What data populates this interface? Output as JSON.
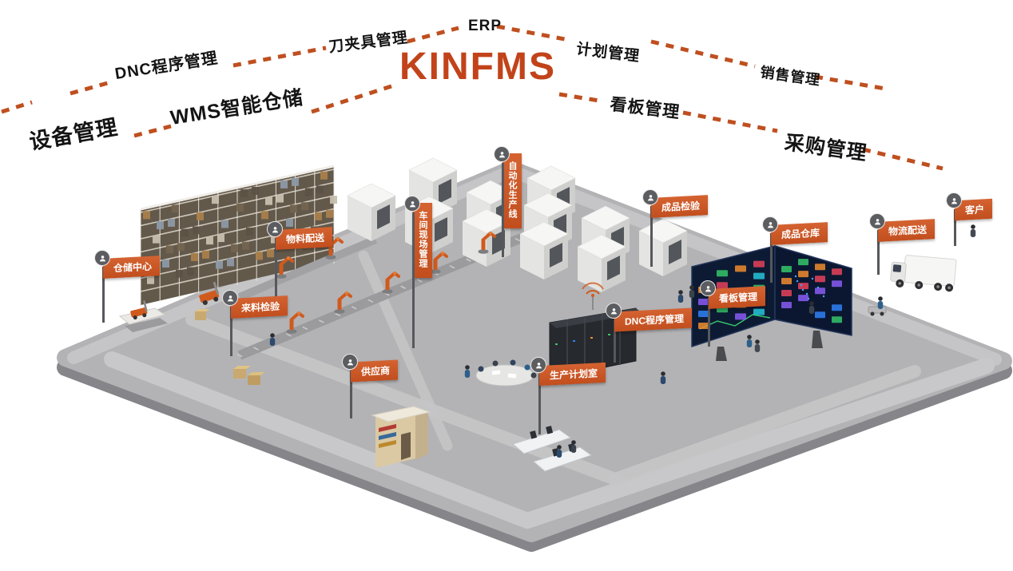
{
  "title": "KINFMS",
  "accent": "#bf4f1f",
  "top_labels": {
    "equipment": "设备管理",
    "dnc": "DNC程序管理",
    "wms": "WMS智能仓储",
    "tooling": "刀夹具管理",
    "erp": "ERP",
    "planning": "计划管理",
    "kanban": "看板管理",
    "sales": "销售管理",
    "purchasing": "采购管理"
  },
  "scene": {
    "flags": [
      {
        "id": "storage-center",
        "label": "仓储中心"
      },
      {
        "id": "material-delivery",
        "label": "物料配送"
      },
      {
        "id": "auto-production-line",
        "label": "自动化生产线"
      },
      {
        "id": "workshop-site-mgmt",
        "label": "车间现场管理"
      },
      {
        "id": "incoming-inspection",
        "label": "来料检验"
      },
      {
        "id": "supplier",
        "label": "供应商"
      },
      {
        "id": "production-planning-room",
        "label": "生产计划室"
      },
      {
        "id": "dnc-program-mgmt",
        "label": "DNC程序管理"
      },
      {
        "id": "finished-inspection",
        "label": "成品检验"
      },
      {
        "id": "kanban-mgmt",
        "label": "看板管理"
      },
      {
        "id": "finished-warehouse",
        "label": "成品仓库"
      },
      {
        "id": "logistics-delivery",
        "label": "物流配送"
      },
      {
        "id": "customer",
        "label": "客户"
      }
    ]
  }
}
